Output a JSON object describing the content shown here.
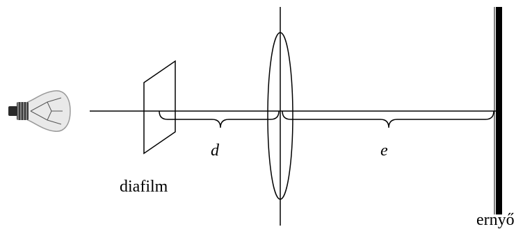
{
  "labels": {
    "distance_d": "d",
    "distance_e": "e",
    "slide": "diafilm",
    "screen": "ernyő"
  },
  "colors": {
    "ink": "#000000",
    "bulb_glass": "#e9e9e9",
    "bulb_base": "#3a3a3a"
  },
  "icons": {
    "light_source": "light-bulb-icon"
  }
}
